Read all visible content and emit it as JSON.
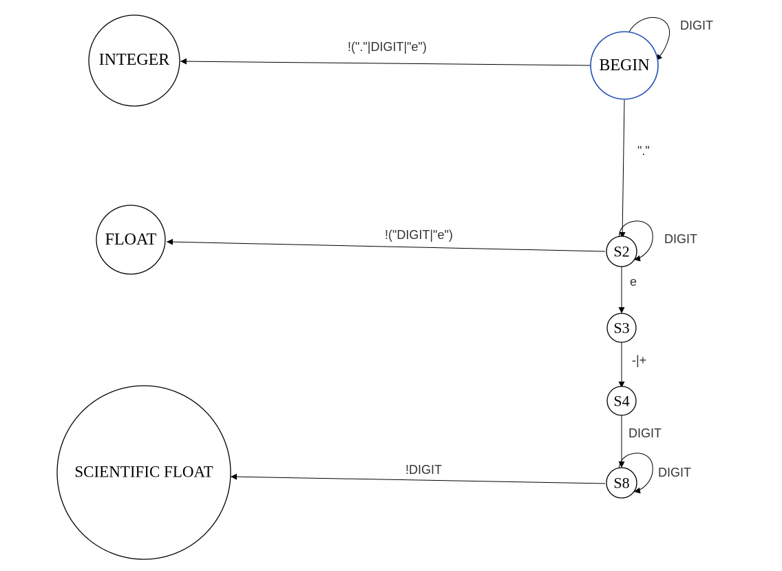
{
  "diagram": {
    "states": {
      "integer": "INTEGER",
      "begin": "BEGIN",
      "float": "FLOAT",
      "s2": "S2",
      "s3": "S3",
      "s4": "S4",
      "s8": "S8",
      "scientific_float": "SCIENTIFIC FLOAT"
    },
    "start_state": "BEGIN",
    "colors": {
      "start_state_border": "#1f4fb5",
      "stroke": "#000000",
      "edge_label": "#333333"
    },
    "transitions": {
      "begin_self": "DIGIT",
      "begin_to_integer": "!(\".\"|DIGIT|\"e\")",
      "begin_to_s2": "\".\"",
      "s2_self": "DIGIT",
      "s2_to_float": "!(\"DIGIT|\"e\")",
      "s2_to_s3": "e",
      "s3_to_s4": "-|+",
      "s4_to_s8": "DIGIT",
      "s8_self": "DIGIT",
      "s8_to_scientific_float": "!DIGIT"
    }
  }
}
